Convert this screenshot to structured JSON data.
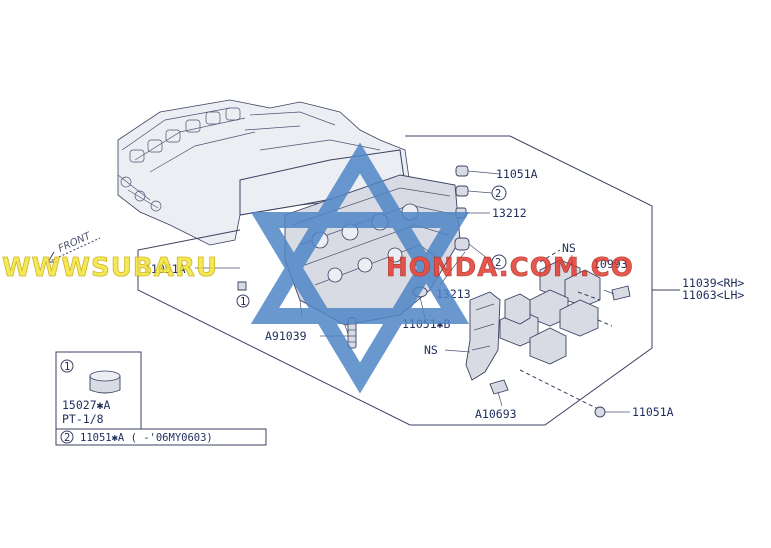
{
  "diagram": {
    "front_label": "FRONT",
    "labels": {
      "p11051a_top": "11051A",
      "p13212": "13212",
      "p11051a_left": "11051A",
      "p13213": "13213",
      "p11051b": "11051✱B",
      "pA91039": "A91039",
      "pNS_top": "NS",
      "p10993": "10993",
      "p11039": "11039<RH>",
      "p11063": "11063<LH>",
      "pNS_mid": "NS",
      "pA10693": "A10693",
      "p11051a_bottom": "11051A"
    },
    "callouts": {
      "c1": "1",
      "c2": "2"
    },
    "legend": {
      "item1_num": "1",
      "item1_part": "15027✱A",
      "item1_spec": "PT-1/8",
      "item2_num": "2",
      "item2_text": "11051✱A ( -'06MY0603)"
    },
    "watermark": {
      "left": "WWWSUBARU",
      "right": "HONDA.COM.CO",
      "left_color": "#f2e63a",
      "right_color": "#e23a2e",
      "star_color": "#4f86c6"
    }
  }
}
